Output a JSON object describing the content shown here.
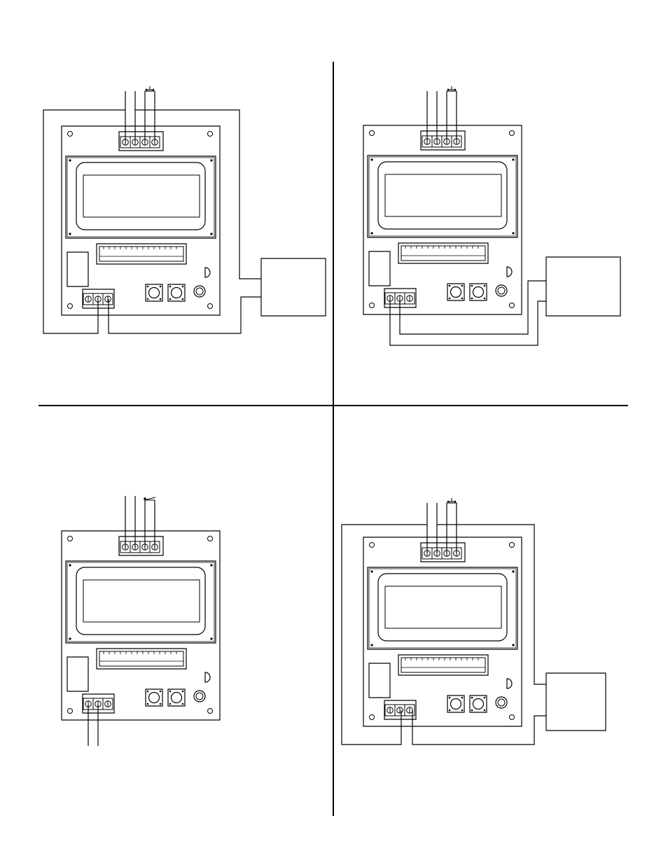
{
  "page": {
    "description_text": ""
  },
  "panels": [
    {
      "id": "top-left",
      "output_wiring": "external-device-loop",
      "ground_symbol": "earth-ground-icon"
    },
    {
      "id": "top-right",
      "output_wiring": "external-device-loop",
      "ground_symbol": "earth-ground-icon"
    },
    {
      "id": "bottom-left",
      "output_wiring": "open-leads",
      "ground_symbol": "switch-icon"
    },
    {
      "id": "bottom-right",
      "output_wiring": "external-device-loop",
      "ground_symbol": "earth-ground-icon"
    }
  ],
  "colors": {
    "ink": "#000000",
    "paper": "#ffffff"
  }
}
